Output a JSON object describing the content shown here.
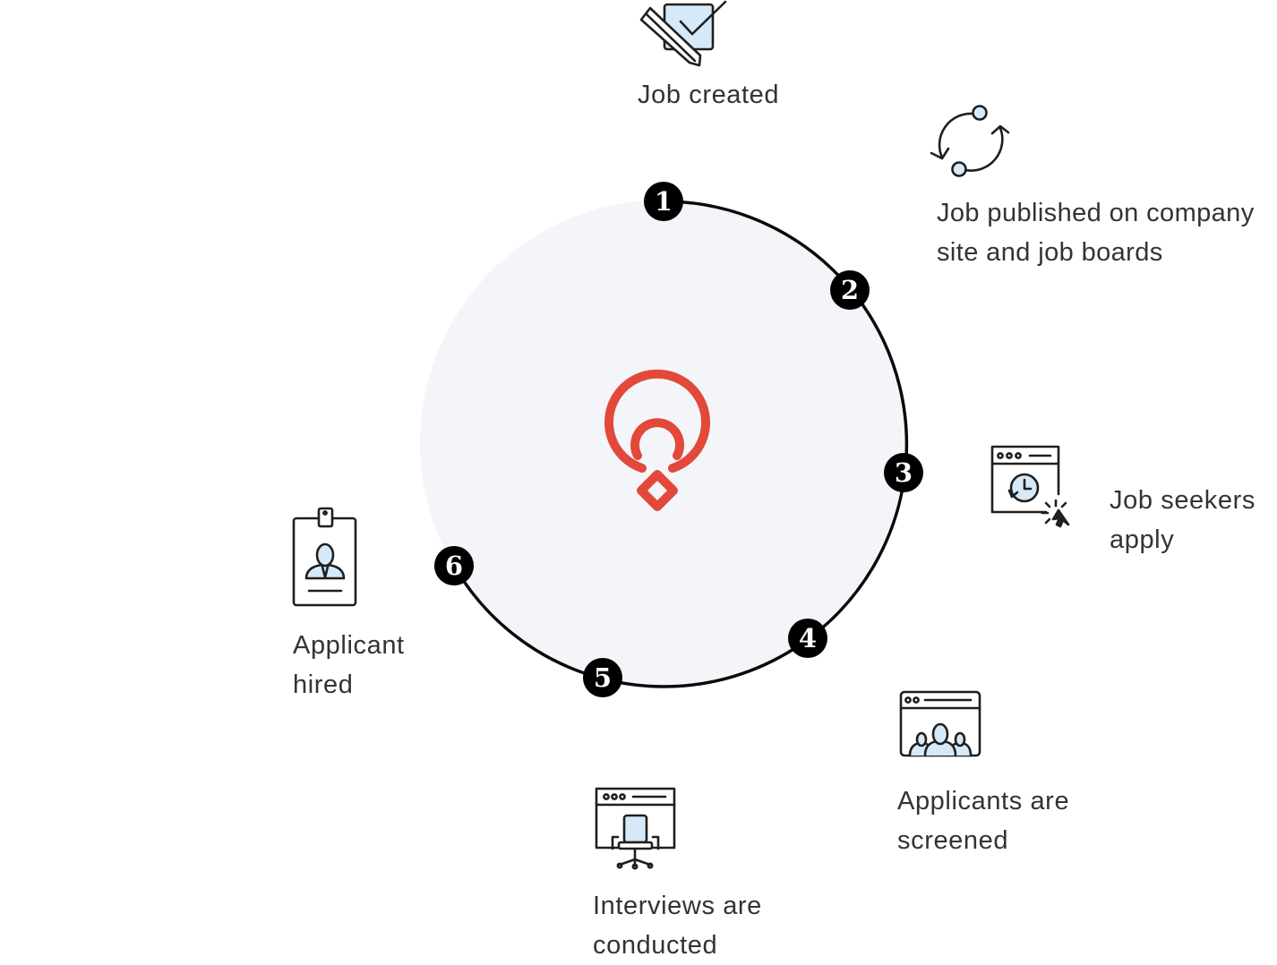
{
  "colors": {
    "circle_fill": "#f3f5f9",
    "circle_stroke": "#0a0a0a",
    "logo": "#e2493a",
    "icon_stroke": "#1f1f1f",
    "icon_fill": "#d6e9f8",
    "badge": "#000000",
    "text": "#333333"
  },
  "center_logo": {
    "icon": "recruit-pin-logo-icon"
  },
  "steps": [
    {
      "number": "1",
      "icon": "job-created-icon",
      "lines": [
        "Job created"
      ]
    },
    {
      "number": "2",
      "icon": "sync-publish-icon",
      "lines": [
        "Job published on company",
        "site and job boards"
      ]
    },
    {
      "number": "3",
      "icon": "browser-apply-icon",
      "lines": [
        "Job seekers",
        "apply"
      ]
    },
    {
      "number": "4",
      "icon": "browser-applicants-icon",
      "lines": [
        "Applicants are",
        "screened"
      ]
    },
    {
      "number": "5",
      "icon": "browser-interview-chair-icon",
      "lines": [
        "Interviews are",
        "conducted"
      ]
    },
    {
      "number": "6",
      "icon": "id-badge-icon",
      "lines": [
        "Applicant",
        "hired"
      ]
    }
  ]
}
